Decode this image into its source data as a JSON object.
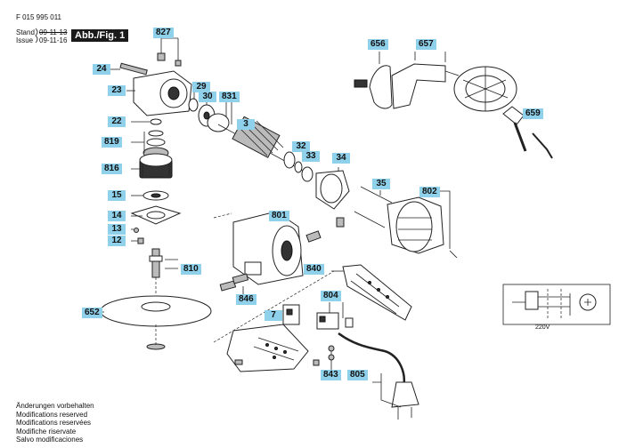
{
  "header": {
    "part_number": "F 015 995 011",
    "stand_label": "Stand",
    "issue_label": "Issue",
    "stand_date": "09-11-13",
    "issue_date": "09-11-16",
    "figure_label": "Abb./Fig. 1"
  },
  "callouts": {
    "c827": "827",
    "c24": "24",
    "c23": "23",
    "c29": "29",
    "c30": "30",
    "c831": "831",
    "c22": "22",
    "c819": "819",
    "c816": "816",
    "c15": "15",
    "c14": "14",
    "c13": "13",
    "c12": "12",
    "c810": "810",
    "c652": "652",
    "c3": "3",
    "c32": "32",
    "c33": "33",
    "c34": "34",
    "c35": "35",
    "c802": "802",
    "c801": "801",
    "c840": "840",
    "c846": "846",
    "c804": "804",
    "c7": "7",
    "c843": "843",
    "c805": "805",
    "c656": "656",
    "c657": "657",
    "c659": "659"
  },
  "schematic": {
    "voltage_label": "220V"
  },
  "footer": {
    "line1": "Änderungen vorbehalten",
    "line2": "Modifications reserved",
    "line3": "Modifications reservées",
    "line4": "Modifiche riservate",
    "line5": "Salvo modificaciones"
  }
}
